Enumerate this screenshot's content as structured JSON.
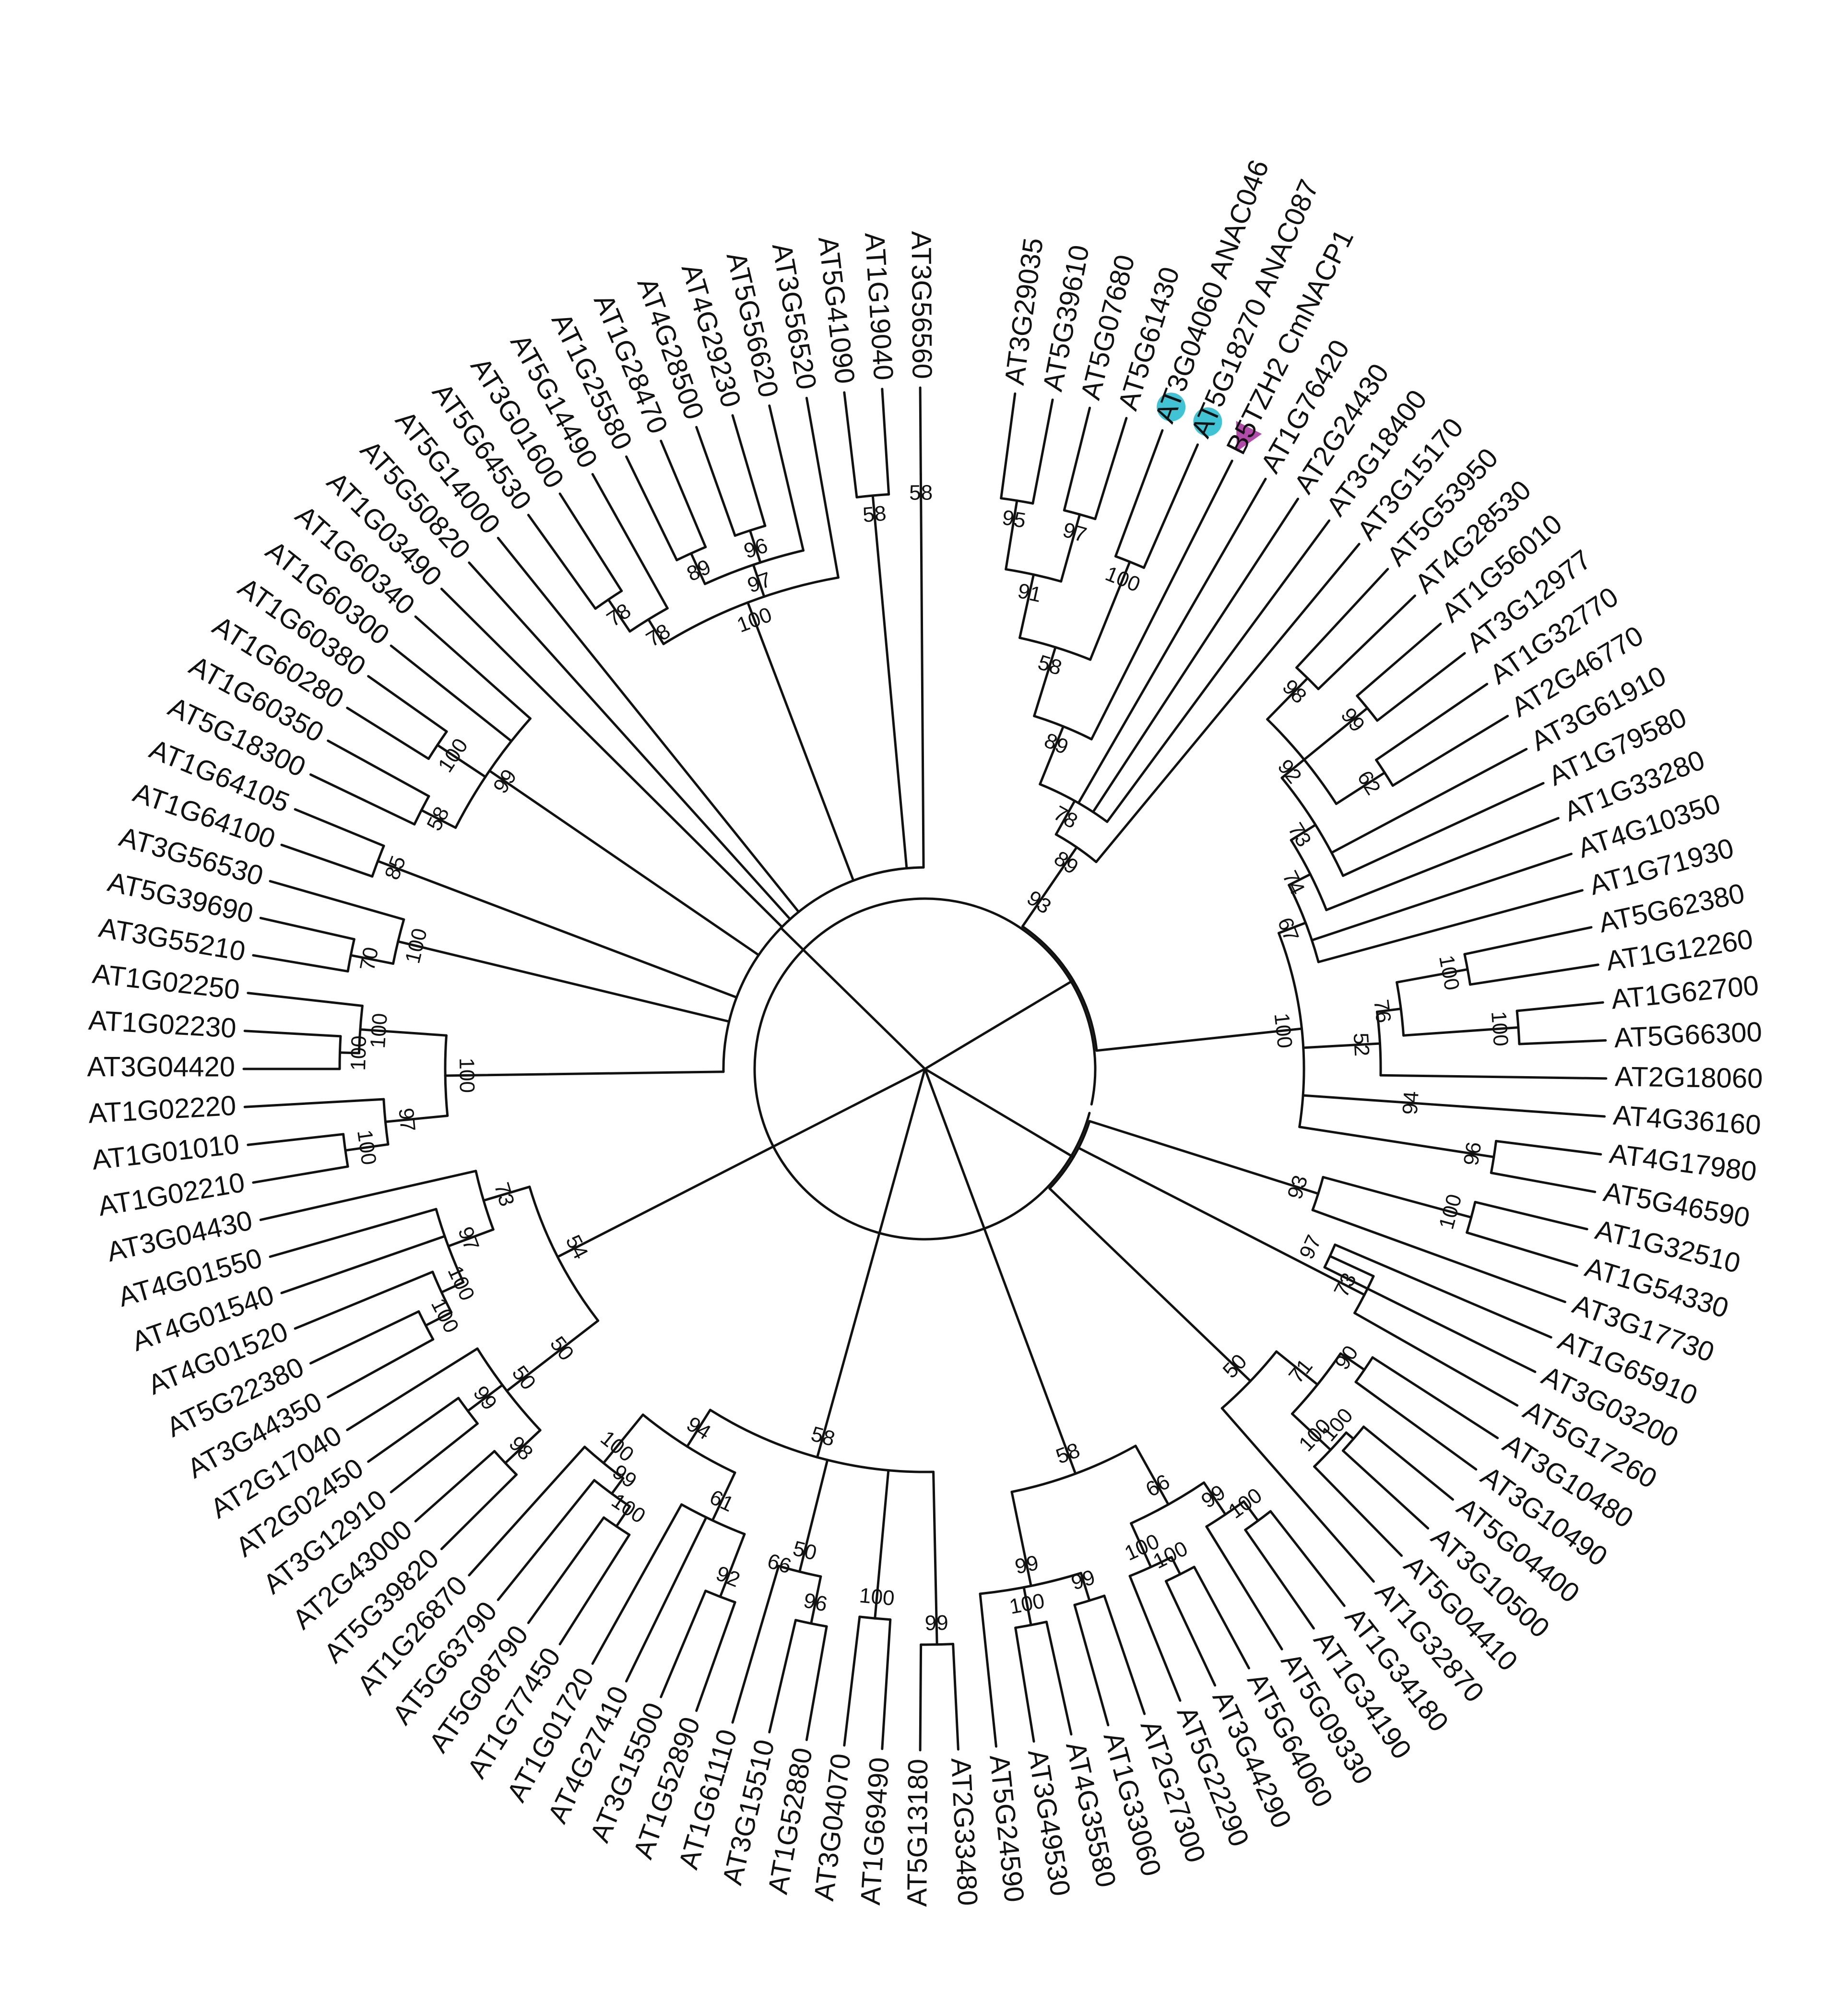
{
  "tree": {
    "colors": {
      "default": "#111111",
      "red_clade": "#e8242b",
      "blue_clade": "#2e3f9e",
      "circle_marker": "#41c3d6",
      "triangle_marker": "#b14aa8"
    },
    "leaves": [
      {
        "label": "AT3G29035",
        "color": "red"
      },
      {
        "label": "AT5G39610",
        "color": "red"
      },
      {
        "label": "AT5G07680",
        "color": "red"
      },
      {
        "label": "AT5G61430",
        "color": "red"
      },
      {
        "label": "AT3G04060 ANAC046",
        "color": "blue",
        "marker": "circle"
      },
      {
        "label": "AT5G18270 ANAC087",
        "color": "blue",
        "marker": "circle"
      },
      {
        "label": "B5TZH2 CmNACP1",
        "color": "blue",
        "marker": "triangle"
      },
      {
        "label": "AT1G76420"
      },
      {
        "label": "AT2G24430"
      },
      {
        "label": "AT3G18400"
      },
      {
        "label": "AT3G15170"
      },
      {
        "label": "AT5G53950"
      },
      {
        "label": "AT4G28530"
      },
      {
        "label": "AT1G56010"
      },
      {
        "label": "AT3G12977"
      },
      {
        "label": "AT1G32770"
      },
      {
        "label": "AT2G46770"
      },
      {
        "label": "AT3G61910"
      },
      {
        "label": "AT1G79580"
      },
      {
        "label": "AT1G33280"
      },
      {
        "label": "AT4G10350"
      },
      {
        "label": "AT1G71930"
      },
      {
        "label": "AT5G62380"
      },
      {
        "label": "AT1G12260"
      },
      {
        "label": "AT1G62700"
      },
      {
        "label": "AT5G66300"
      },
      {
        "label": "AT2G18060"
      },
      {
        "label": "AT4G36160"
      },
      {
        "label": "AT4G17980"
      },
      {
        "label": "AT5G46590"
      },
      {
        "label": "AT1G32510"
      },
      {
        "label": "AT1G54330"
      },
      {
        "label": "AT3G17730"
      },
      {
        "label": "AT1G65910"
      },
      {
        "label": "AT3G03200"
      },
      {
        "label": "AT5G17260"
      },
      {
        "label": "AT3G10480"
      },
      {
        "label": "AT3G10490"
      },
      {
        "label": "AT5G04400"
      },
      {
        "label": "AT3G10500"
      },
      {
        "label": "AT5G04410"
      },
      {
        "label": "AT1G32870"
      },
      {
        "label": "AT1G34180"
      },
      {
        "label": "AT1G34190"
      },
      {
        "label": "AT5G09330"
      },
      {
        "label": "AT5G64060"
      },
      {
        "label": "AT3G44290"
      },
      {
        "label": "AT5G22290"
      },
      {
        "label": "AT2G27300"
      },
      {
        "label": "AT1G33060"
      },
      {
        "label": "AT4G35580"
      },
      {
        "label": "AT3G49530"
      },
      {
        "label": "AT5G24590"
      },
      {
        "label": "AT2G33480"
      },
      {
        "label": "AT5G13180"
      },
      {
        "label": "AT1G69490"
      },
      {
        "label": "AT3G04070"
      },
      {
        "label": "AT1G52880"
      },
      {
        "label": "AT3G15510"
      },
      {
        "label": "AT1G61110"
      },
      {
        "label": "AT1G52890"
      },
      {
        "label": "AT3G15500"
      },
      {
        "label": "AT4G27410"
      },
      {
        "label": "AT1G01720"
      },
      {
        "label": "AT1G77450"
      },
      {
        "label": "AT5G08790"
      },
      {
        "label": "AT5G63790"
      },
      {
        "label": "AT1G26870"
      },
      {
        "label": "AT5G39820"
      },
      {
        "label": "AT2G43000"
      },
      {
        "label": "AT3G12910"
      },
      {
        "label": "AT2G02450"
      },
      {
        "label": "AT2G17040"
      },
      {
        "label": "AT3G44350"
      },
      {
        "label": "AT5G22380"
      },
      {
        "label": "AT4G01520"
      },
      {
        "label": "AT4G01540"
      },
      {
        "label": "AT4G01550"
      },
      {
        "label": "AT3G04430"
      },
      {
        "label": "AT1G02210"
      },
      {
        "label": "AT1G01010"
      },
      {
        "label": "AT1G02220"
      },
      {
        "label": "AT3G04420"
      },
      {
        "label": "AT1G02230"
      },
      {
        "label": "AT1G02250"
      },
      {
        "label": "AT3G55210"
      },
      {
        "label": "AT5G39690"
      },
      {
        "label": "AT3G56530"
      },
      {
        "label": "AT1G64100"
      },
      {
        "label": "AT1G64105"
      },
      {
        "label": "AT5G18300"
      },
      {
        "label": "AT1G60350"
      },
      {
        "label": "AT1G60280"
      },
      {
        "label": "AT1G60380"
      },
      {
        "label": "AT1G60300"
      },
      {
        "label": "AT1G60340"
      },
      {
        "label": "AT1G03490"
      },
      {
        "label": "AT5G50820"
      },
      {
        "label": "AT5G14000"
      },
      {
        "label": "AT5G64530"
      },
      {
        "label": "AT3G01600"
      },
      {
        "label": "AT5G14490"
      },
      {
        "label": "AT1G25580"
      },
      {
        "label": "AT1G28470"
      },
      {
        "label": "AT4G28500"
      },
      {
        "label": "AT4G29230"
      },
      {
        "label": "AT5G56620"
      },
      {
        "label": "AT3G56520"
      },
      {
        "label": "AT5G41090"
      },
      {
        "label": "AT1G19040"
      },
      {
        "label": "AT3G56560"
      }
    ],
    "bootstrap_values": [
      "95",
      "97",
      "91",
      "100",
      "58",
      "89",
      "78",
      "89",
      "93",
      "98",
      "99",
      "62",
      "92",
      "73",
      "74",
      "67",
      "100",
      "100",
      "76",
      "52",
      "94",
      "96",
      "100",
      "100",
      "93",
      "97",
      "73",
      "90",
      "100",
      "100",
      "71",
      "50",
      "100",
      "99",
      "100",
      "100",
      "66",
      "99",
      "100",
      "99",
      "58",
      "99",
      "100",
      "96",
      "66",
      "50",
      "92",
      "61",
      "100",
      "99",
      "100",
      "94",
      "58",
      "98",
      "99",
      "50",
      "50",
      "100",
      "100",
      "97",
      "73",
      "54",
      "100",
      "97",
      "100",
      "100",
      "100",
      "70",
      "100",
      "85",
      "58",
      "100",
      "99",
      "78",
      "78",
      "89",
      "96",
      "97",
      "100",
      "58",
      "58"
    ]
  }
}
